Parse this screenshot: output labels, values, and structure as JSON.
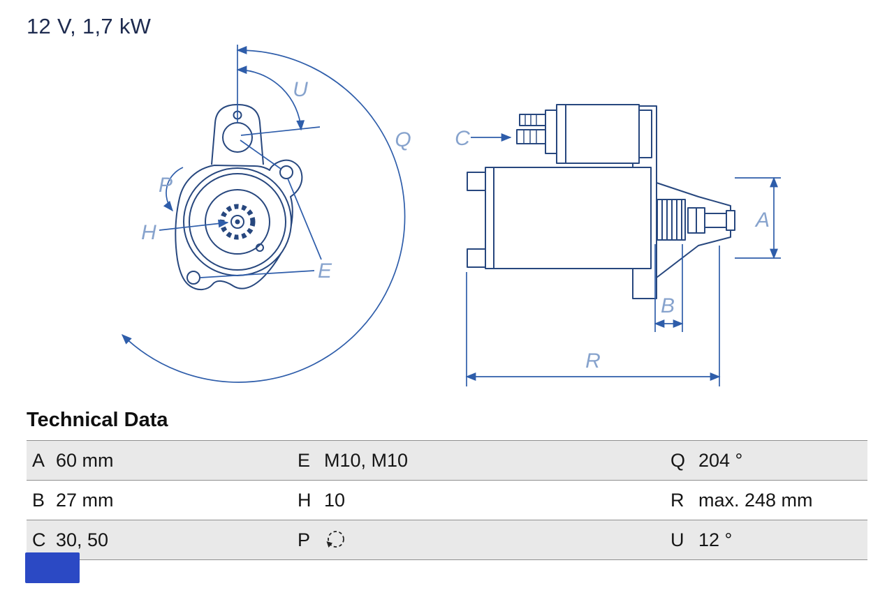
{
  "title": "12 V, 1,7 kW",
  "diagram": {
    "labels": {
      "U": "U",
      "Q": "Q",
      "P": "P",
      "H": "H",
      "E": "E",
      "C": "C",
      "A": "A",
      "B": "B",
      "R": "R"
    }
  },
  "table": {
    "heading": "Technical Data",
    "rows": [
      [
        {
          "key": "A",
          "value": "60 mm"
        },
        {
          "key": "E",
          "value": "M10, M10"
        },
        {
          "key": "Q",
          "value": "204 °"
        }
      ],
      [
        {
          "key": "B",
          "value": "27 mm"
        },
        {
          "key": "H",
          "value": "10"
        },
        {
          "key": "R",
          "value": "max. 248 mm"
        }
      ],
      [
        {
          "key": "C",
          "value": "30, 50"
        },
        {
          "key": "P",
          "value": "",
          "icon": "rotation-ccw-icon"
        },
        {
          "key": "U",
          "value": "12 °"
        }
      ]
    ]
  },
  "colors": {
    "outline": "#27477e",
    "dimension": "#2e5daa",
    "dimension_label": "#87a3cd",
    "row_alt": "#e9e9e9",
    "watermark": "#2b49c4"
  }
}
